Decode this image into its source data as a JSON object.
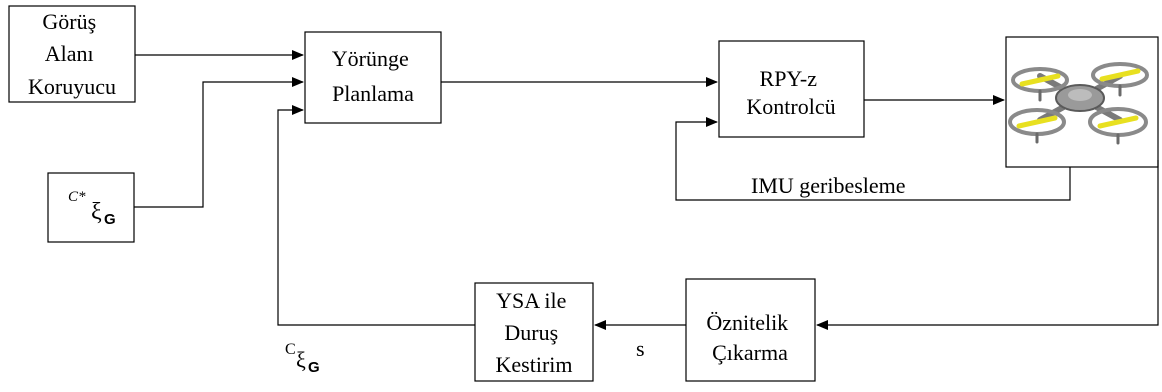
{
  "blocks": {
    "fov_protector": {
      "lines": [
        "Görüş",
        "Alanı",
        "Koruyucu"
      ]
    },
    "trajectory_planning": {
      "lines": [
        "Yörünge",
        "Planlama"
      ]
    },
    "rpyz_controller": {
      "lines": [
        "RPY-z",
        "Kontrolcü"
      ]
    },
    "pose_estimation": {
      "lines": [
        "YSA ile",
        "Duruş",
        "Kestirim"
      ]
    },
    "feature_extraction": {
      "lines": [
        "Öznitelik",
        "Çıkarma"
      ]
    }
  },
  "reference_input": {
    "sup": "C*",
    "base": "ξ",
    "sub": "G"
  },
  "signals": {
    "imu_feedback": "IMU geribesleme",
    "features": "s",
    "estimated_pose": {
      "sup": "C",
      "base": "ξ",
      "sub": "G"
    }
  },
  "icons": {
    "plant": "quadcopter-drone-icon"
  },
  "colors": {
    "line": "#000000",
    "drone_frame": "#8a8a8a",
    "drone_propeller": "#e8e020"
  }
}
